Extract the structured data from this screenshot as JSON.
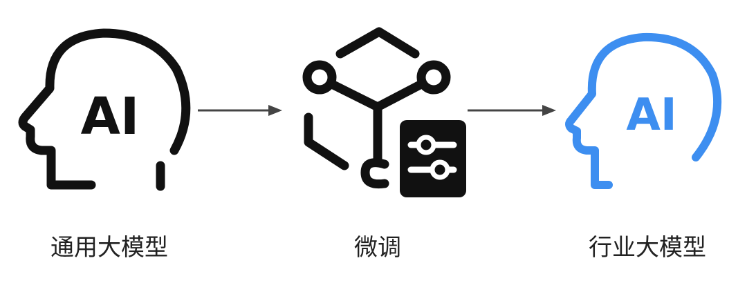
{
  "stages": [
    {
      "label": "通用大模型",
      "icon": "head-ai-icon",
      "icon_text": "AI",
      "color": "#111111"
    },
    {
      "label": "微调",
      "icon": "fine-tune-network-icon",
      "color": "#111111"
    },
    {
      "label": "行业大模型",
      "icon": "head-ai-icon",
      "icon_text": "AI",
      "color": "#3d8ef0"
    }
  ],
  "arrows": [
    {
      "from": "通用大模型",
      "to": "微调"
    },
    {
      "from": "微调",
      "to": "行业大模型"
    }
  ],
  "colors": {
    "arrow": "#444444",
    "background": "#ffffff"
  }
}
